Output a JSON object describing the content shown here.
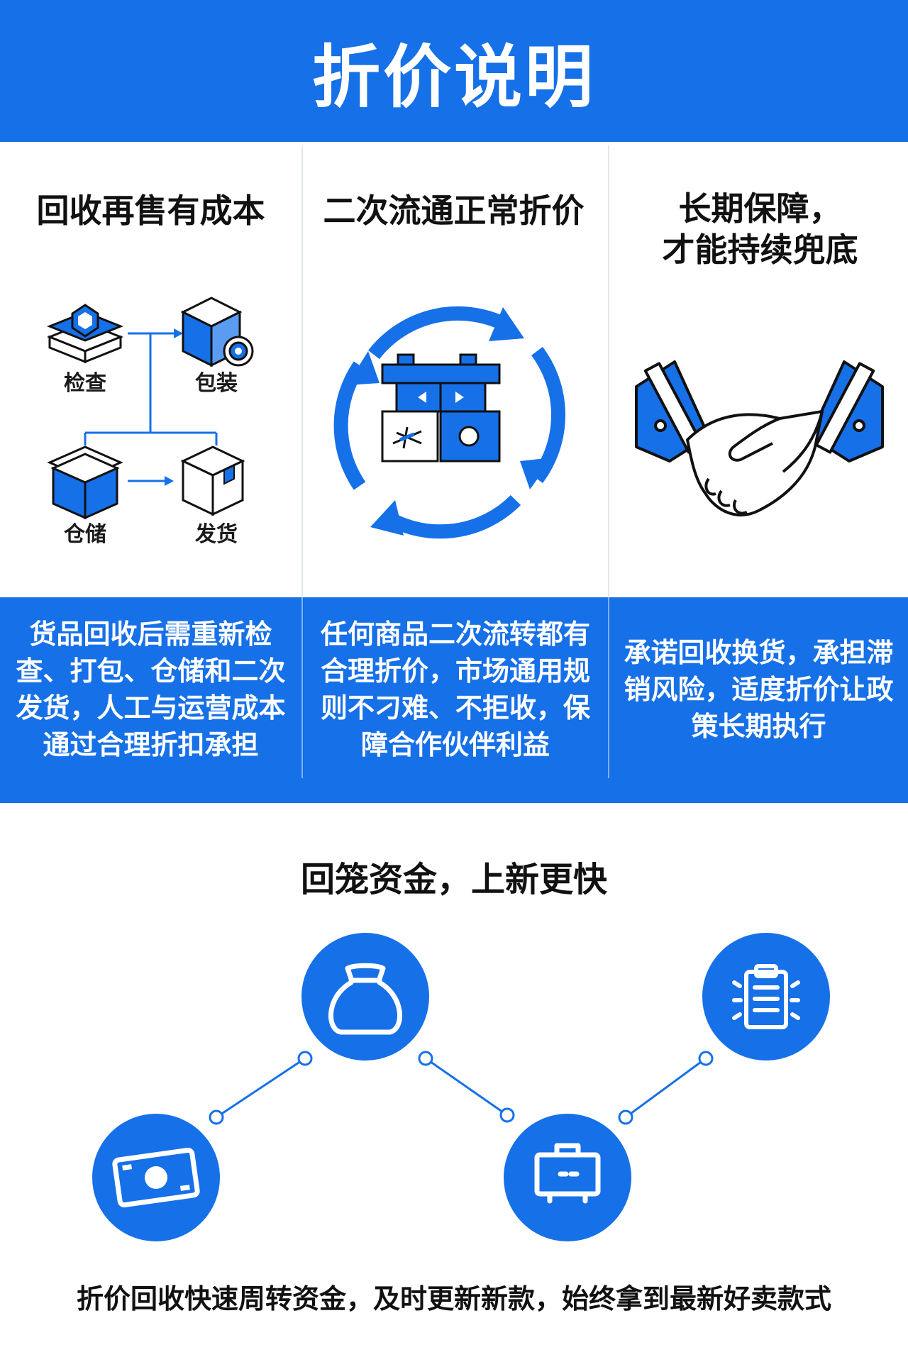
{
  "header": {
    "title": "折价说明"
  },
  "columns": [
    {
      "title": "回收再售有成本",
      "steps": [
        "检查",
        "包装",
        "仓储",
        "发货"
      ],
      "description": "货品回收后需重新检查、打包、仓储和二次发货，人工与运营成本通过合理折扣承担"
    },
    {
      "title": "二次流通正常折价",
      "description": "任何商品二次流转都有合理折价，市场通用规则不刁难、不拒收，保障合作伙伴利益"
    },
    {
      "title_line1": "长期保障，",
      "title_line2": "才能持续兜底",
      "description": "承诺回收换货，承担滞销风险，适度折价让政策长期执行"
    }
  ],
  "bottom": {
    "title": "回笼资金，上新更快",
    "caption": "折价回收快速周转资金，及时更新新款，始终拿到最新好卖款式"
  },
  "icons": [
    "layers-hexagon-icon",
    "box-gear-icon",
    "open-box-icon",
    "shipping-box-icon",
    "recycle-arrows-icon",
    "store-icon",
    "handshake-icon",
    "cash-icon",
    "money-bag-icon",
    "shopping-basket-icon",
    "clipboard-list-icon"
  ],
  "colors": {
    "primary": "#1670e8",
    "text": "#111111",
    "background": "#ffffff"
  }
}
